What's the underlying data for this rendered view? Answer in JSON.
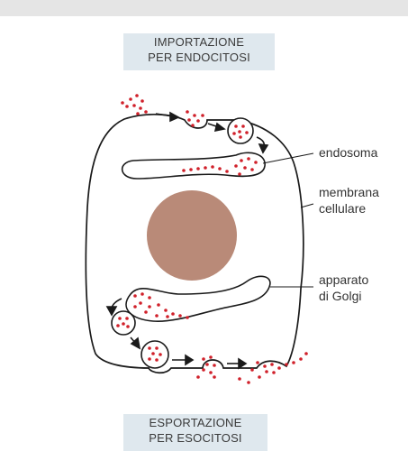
{
  "header": {
    "line1": "IMPORTAZIONE",
    "line2": "PER ENDOCITOSI"
  },
  "footer": {
    "line1": "ESPORTAZIONE",
    "line2": "PER ESOCITOSI"
  },
  "labels": {
    "endosome": "endosoma",
    "membrane_line1": "membrana",
    "membrane_line2": "cellulare",
    "golgi_line1": "apparato",
    "golgi_line2": "di Golgi"
  },
  "colors": {
    "cargo_dots": "#d0202a",
    "nucleus": "#b98a78",
    "label_box": "#dfe8ee",
    "outline": "#1a1a1a"
  }
}
